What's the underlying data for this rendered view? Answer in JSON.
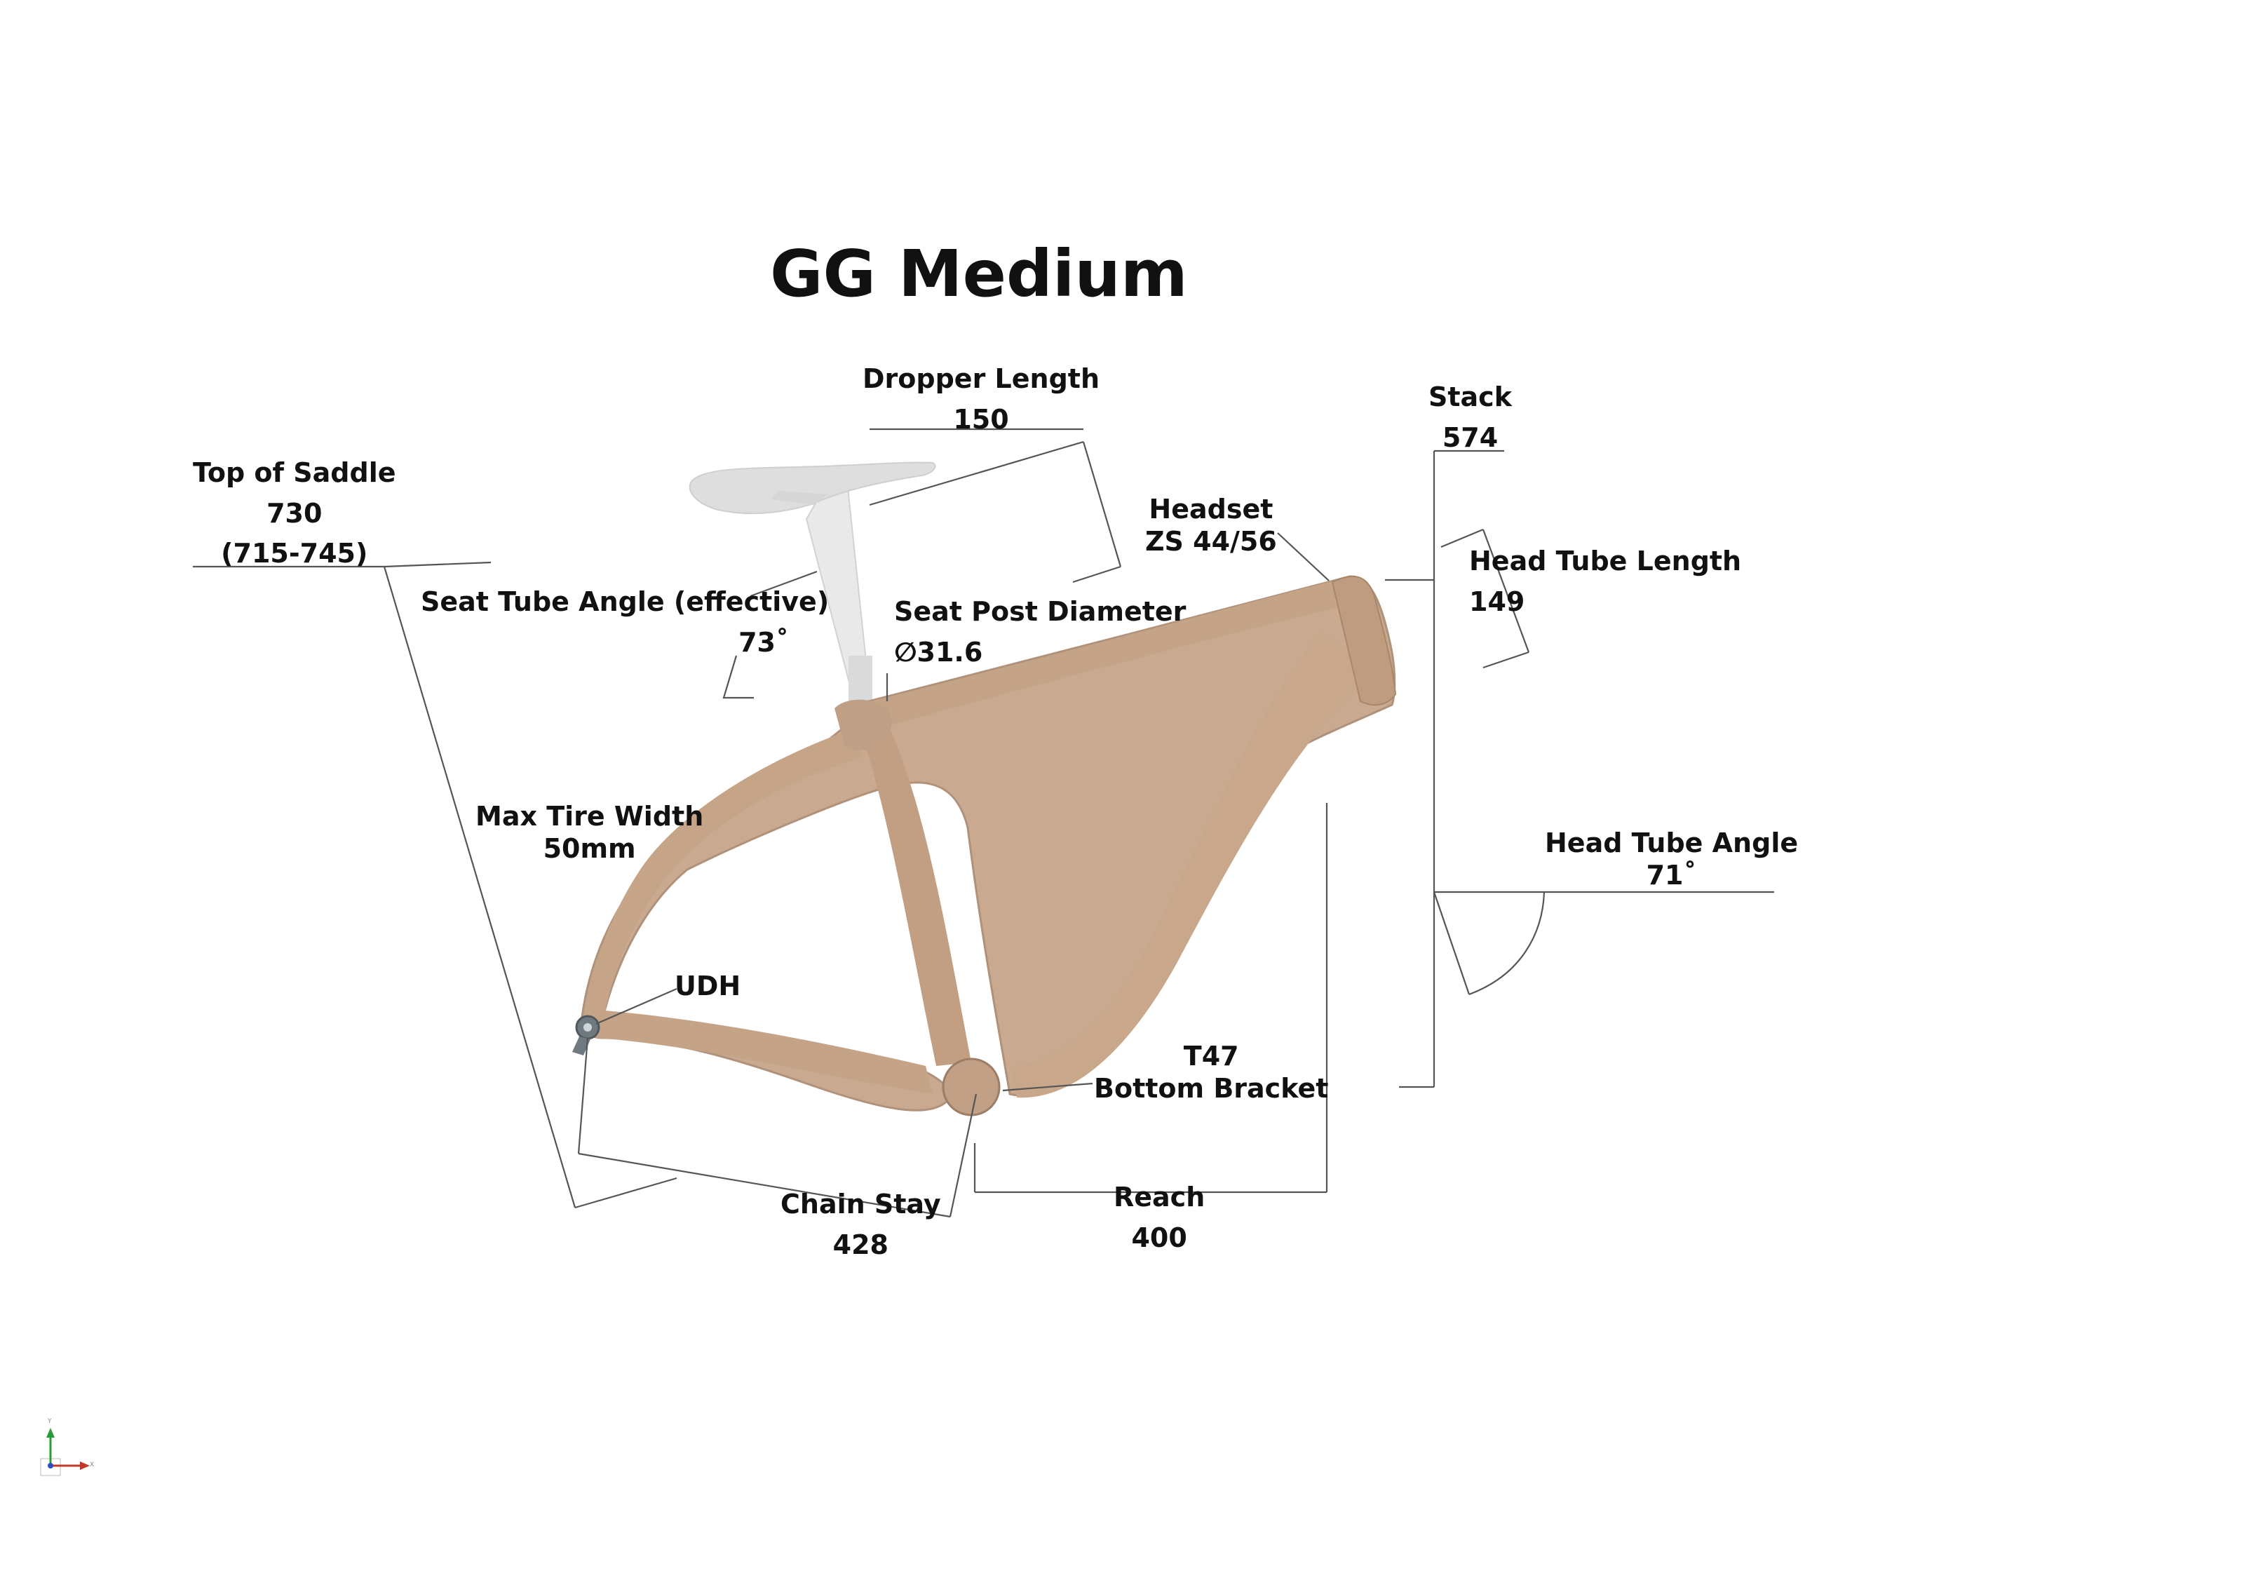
{
  "title": "GG Medium",
  "colors": {
    "frame": "#c9a98f",
    "frame_shadow": "#a88769",
    "seatpost": "#e6e6e6",
    "saddle": "#dedede",
    "dropout": "#6f7a80",
    "dimension_line": "#555555"
  },
  "labels": {
    "dropper_length": {
      "name": "Dropper Length",
      "value": "150"
    },
    "stack": {
      "name": "Stack",
      "value": "574"
    },
    "top_of_saddle": {
      "name": "Top of Saddle",
      "value": "730",
      "range": "(715-745)"
    },
    "headset": {
      "name": "Headset",
      "value": "ZS 44/56"
    },
    "head_tube_length": {
      "name": "Head Tube Length",
      "value": "149"
    },
    "seat_tube_angle": {
      "name": "Seat Tube Angle (effective)",
      "value": "73˚"
    },
    "seat_post_diameter": {
      "name": "Seat Post Diameter",
      "value": "∅31.6"
    },
    "max_tire_width": {
      "name": "Max Tire Width",
      "value": "50mm"
    },
    "head_tube_angle": {
      "name": "Head Tube Angle",
      "value": "71˚"
    },
    "udh": {
      "name": "UDH"
    },
    "bottom_bracket": {
      "name": "T47",
      "value": "Bottom Bracket"
    },
    "chain_stay": {
      "name": "Chain Stay",
      "value": "428"
    },
    "reach": {
      "name": "Reach",
      "value": "400"
    }
  },
  "axis_triad": {
    "x": "X",
    "y": "Y"
  }
}
